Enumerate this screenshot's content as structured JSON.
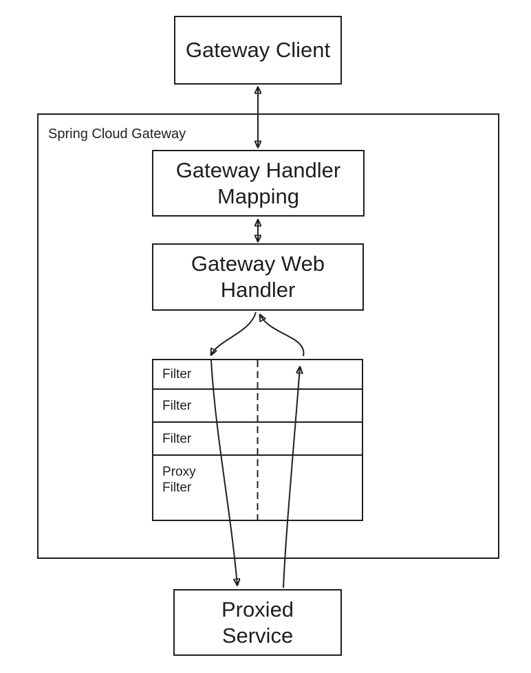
{
  "diagram": {
    "container_label": "Spring Cloud Gateway",
    "nodes": {
      "gateway_client": {
        "label": "Gateway Client"
      },
      "gateway_handler_mapping": {
        "label": "Gateway Handler Mapping"
      },
      "gateway_web_handler": {
        "label": "Gateway Web Handler"
      },
      "proxied_service": {
        "label": "Proxied Service"
      }
    },
    "filter_chain": {
      "rows": [
        {
          "label": "Filter"
        },
        {
          "label": "Filter"
        },
        {
          "label": "Filter"
        },
        {
          "label": "Proxy Filter"
        }
      ]
    },
    "colors": {
      "stroke": "#1f1f1f",
      "text": "#1f1f1f",
      "background": "#ffffff"
    }
  }
}
